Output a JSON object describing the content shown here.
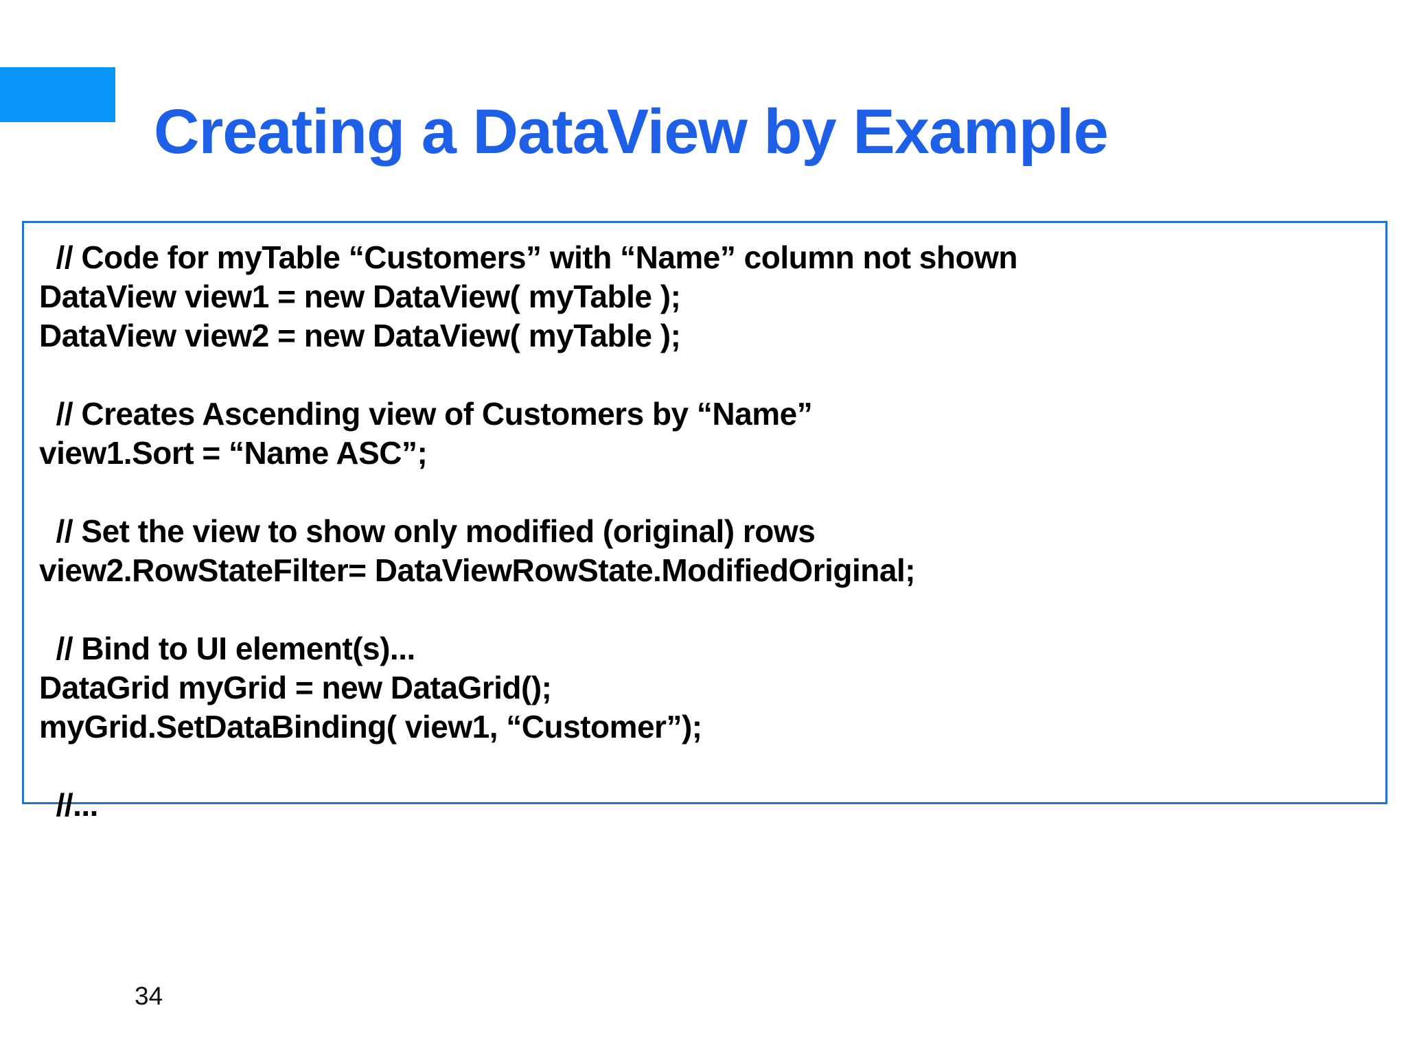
{
  "slide": {
    "title": "Creating a DataView by Example",
    "page_number": "34"
  },
  "colors": {
    "title_text": "#1e5fe8",
    "accent_rect": "#0a97fa",
    "code_box_border": "#2372ce",
    "code_text": "#000000",
    "background": "#ffffff"
  },
  "code_box": {
    "lines": [
      "  // Code for myTable “Customers” with “Name” column not shown",
      "DataView view1 = new DataView( myTable );",
      "DataView view2 = new DataView( myTable );",
      "",
      "  // Creates Ascending view of Customers by “Name”",
      "view1.Sort = “Name ASC”;",
      "",
      "  // Set the view to show only modified (original) rows",
      "view2.RowStateFilter= DataViewRowState.ModifiedOriginal;",
      "",
      "  // Bind to UI element(s)...",
      "DataGrid myGrid = new DataGrid();",
      "myGrid.SetDataBinding( view1, “Customer”);",
      "",
      "  //..."
    ]
  }
}
